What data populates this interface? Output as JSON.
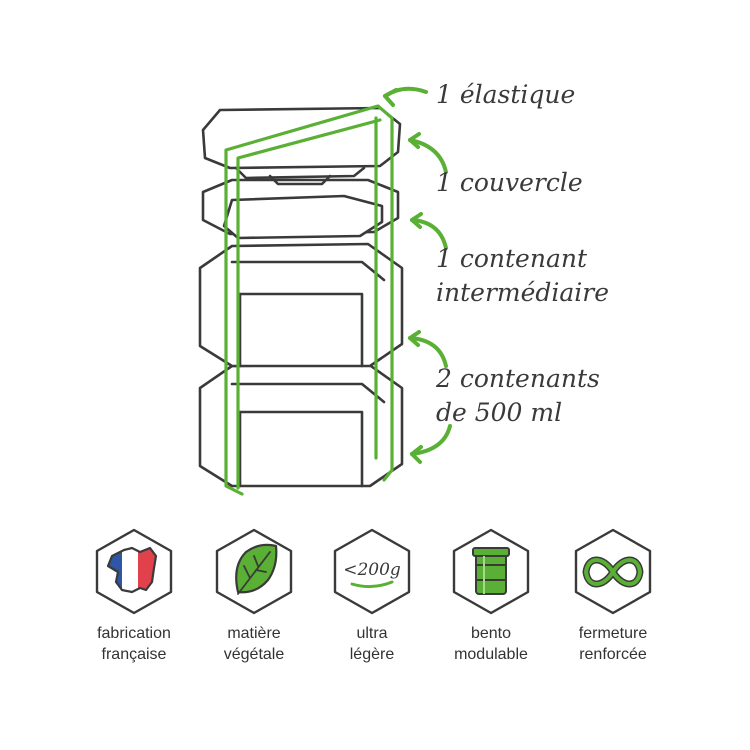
{
  "colors": {
    "accent": "#5ab034",
    "outline": "#3a3a3a",
    "flag_blue": "#2f55a4",
    "flag_red": "#e0414b"
  },
  "callouts": {
    "elastic": "1 élastique",
    "lid": "1 couvercle",
    "middle_line1": "1 contenant",
    "middle_line2": "intermédiaire",
    "containers_line1": "2 contenants",
    "containers_line2": "de 500 ml"
  },
  "features": [
    {
      "icon": "france-flag-map-icon",
      "line1": "fabrication",
      "line2": "française"
    },
    {
      "icon": "leaf-icon",
      "line1": "matière",
      "line2": "végétale"
    },
    {
      "icon": "weight-badge-icon",
      "badge": "<200g",
      "line1": "ultra",
      "line2": "légère"
    },
    {
      "icon": "bento-box-icon",
      "line1": "bento",
      "line2": "modulable"
    },
    {
      "icon": "infinity-band-icon",
      "line1": "fermeture",
      "line2": "renforcée"
    }
  ]
}
